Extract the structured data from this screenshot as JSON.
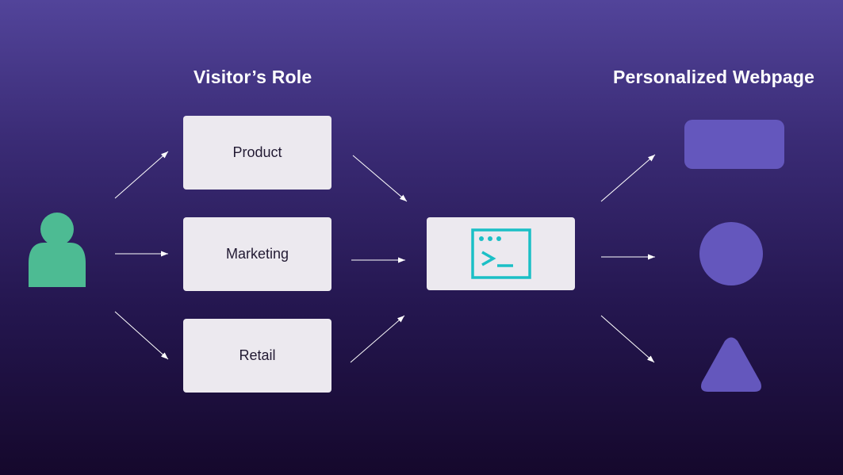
{
  "headings": {
    "visitors_role": "Visitor’s Role",
    "personalized_webpage": "Personalized Webpage"
  },
  "roles": [
    "Product",
    "Marketing",
    "Retail"
  ],
  "icons": {
    "visitor": "person-icon",
    "processor": "terminal-icon",
    "outputs": [
      "rectangle-shape",
      "circle-shape",
      "triangle-shape"
    ]
  },
  "colors": {
    "background_top": "#52449a",
    "background_bottom": "#15082c",
    "box_fill": "#ece9ef",
    "person": "#4dbb93",
    "terminal": "#1bbfc6",
    "output_shapes": "#6457bd",
    "arrows": "#ffffff"
  }
}
